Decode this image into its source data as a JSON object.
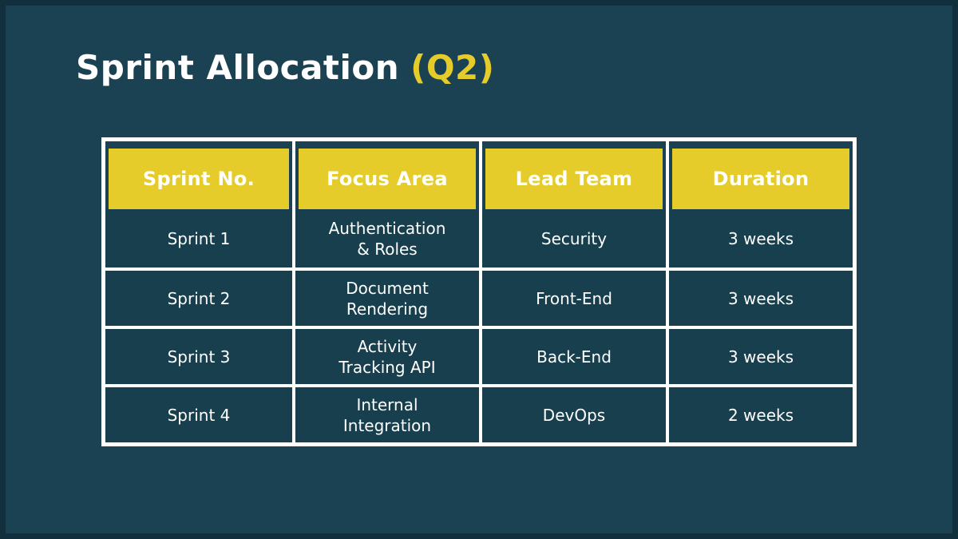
{
  "title": {
    "main": "Sprint Allocation",
    "quarter": "(Q2)"
  },
  "table": {
    "headers": [
      "Sprint No.",
      "Focus Area",
      "Lead Team",
      "Duration"
    ],
    "rows": [
      [
        "Sprint 1",
        "Authentication\n& Roles",
        "Security",
        "3 weeks"
      ],
      [
        "Sprint 2",
        "Document\nRendering",
        "Front-End",
        "3 weeks"
      ],
      [
        "Sprint 3",
        "Activity\nTracking API",
        "Back-End",
        "3 weeks"
      ],
      [
        "Sprint 4",
        "Internal\nIntegration",
        "DevOps",
        "2 weeks"
      ]
    ]
  },
  "colors": {
    "background": "#1B4252",
    "cell_background": "#173F4E",
    "accent_yellow": "#E5CC2B",
    "grid_white": "#FFFFFF",
    "text_white": "#FFFFFF"
  }
}
